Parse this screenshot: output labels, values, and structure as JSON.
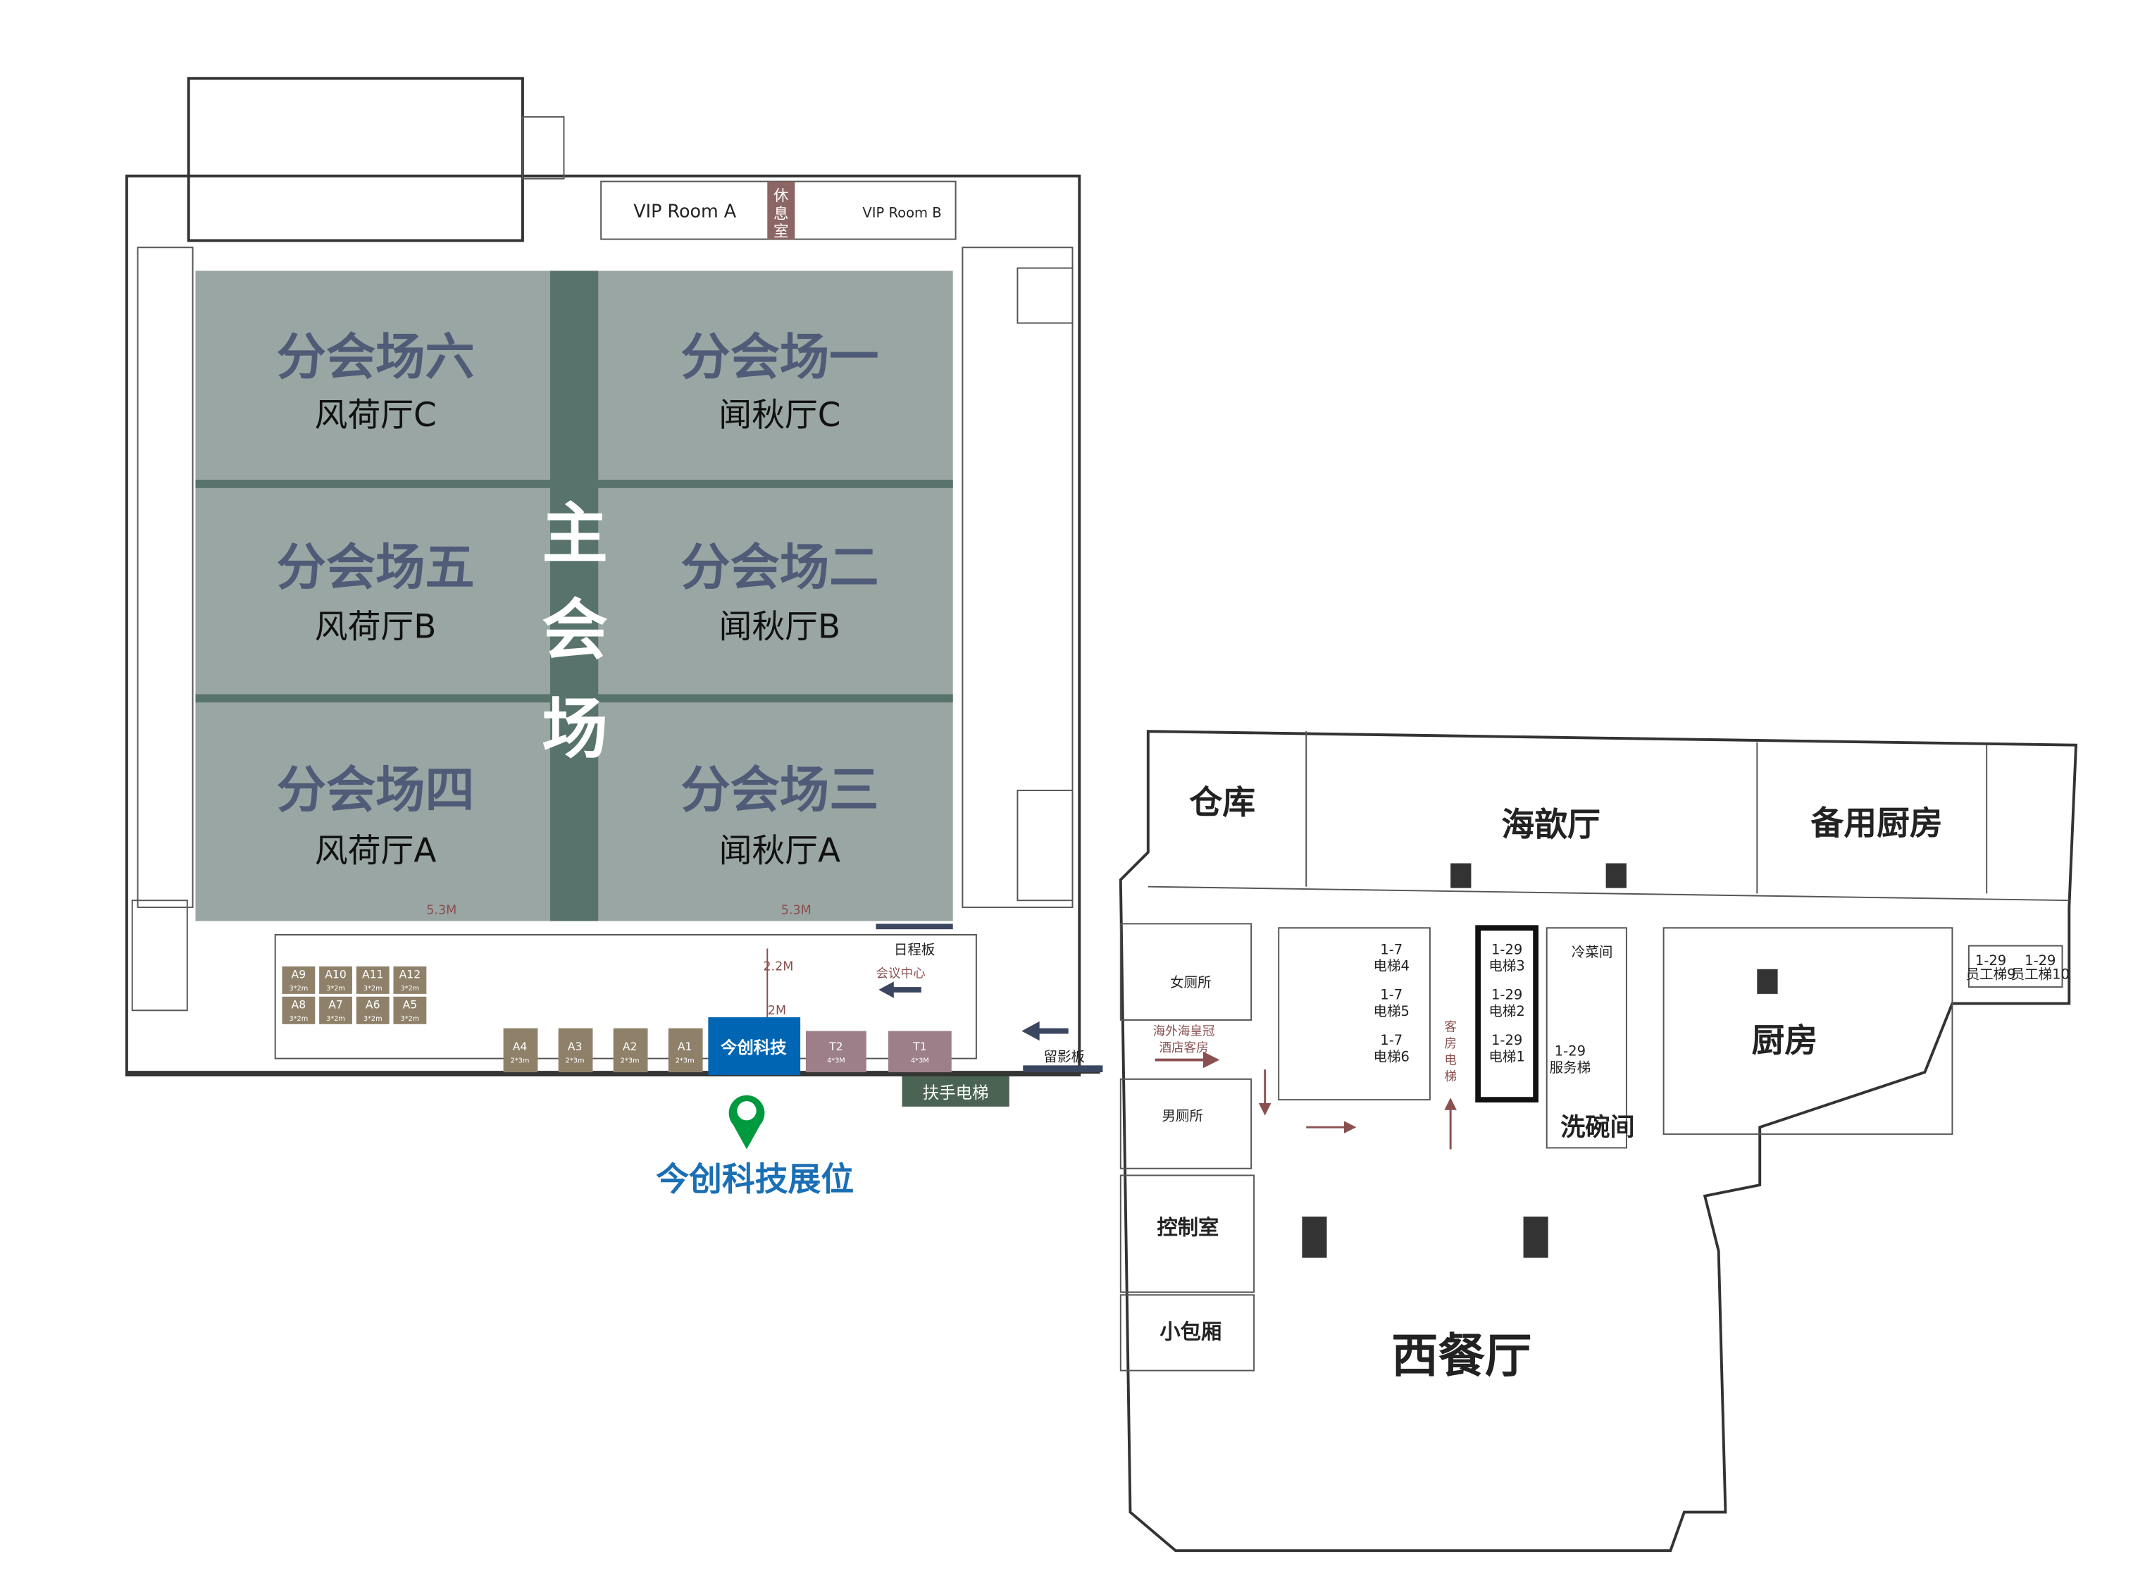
{
  "halls": [
    {
      "name": "分会场六",
      "sub": "风荷厅C"
    },
    {
      "name": "分会场一",
      "sub": "闻秋厅C"
    },
    {
      "name": "分会场五",
      "sub": "风荷厅B"
    },
    {
      "name": "分会场二",
      "sub": "闻秋厅B"
    },
    {
      "name": "分会场四",
      "sub": "风荷厅A"
    },
    {
      "name": "分会场三",
      "sub": "闻秋厅A"
    }
  ],
  "main_hall": [
    "主",
    "会",
    "场"
  ],
  "vip": {
    "room_a": "VIP Room A",
    "room_b": "VIP Room B",
    "lounge": [
      "休",
      "息",
      "室"
    ]
  },
  "dimensions": {
    "gap_left": "5.3M",
    "gap_right": "5.3M",
    "d1": "2.2M",
    "d2": "2M"
  },
  "booths_small": [
    {
      "id": "A9",
      "size": "3*2m"
    },
    {
      "id": "A10",
      "size": "3*2m"
    },
    {
      "id": "A11",
      "size": "3*2m"
    },
    {
      "id": "A12",
      "size": "3*2m"
    },
    {
      "id": "A8",
      "size": "3*2m"
    },
    {
      "id": "A7",
      "size": "3*2m"
    },
    {
      "id": "A6",
      "size": "3*2m"
    },
    {
      "id": "A5",
      "size": "3*2m"
    }
  ],
  "booths_row": [
    {
      "id": "A4",
      "size": "2*3m"
    },
    {
      "id": "A3",
      "size": "2*3m"
    },
    {
      "id": "A2",
      "size": "2*3m"
    },
    {
      "id": "A1",
      "size": "2*3m"
    }
  ],
  "highlight_booth": {
    "label": "今创科技",
    "color": "#0066b3"
  },
  "booths_t": [
    {
      "id": "T2",
      "size": "4*3M"
    },
    {
      "id": "T1",
      "size": "4*3M"
    }
  ],
  "signs": {
    "schedule_board": "日程板",
    "conference_center": "会议中心",
    "photo_board": "留影板",
    "escalator": "扶手电梯"
  },
  "marker": {
    "label": "今创科技展位",
    "icon": "map-pin-icon",
    "pin_color": "#009a3e",
    "label_color": "#1a6fb5"
  },
  "right_wing": {
    "warehouse": "仓库",
    "banquet": "海歆厅",
    "backup_kitchen": "备用厨房",
    "women_restroom": "女厕所",
    "men_restroom": "男厕所",
    "hotel_rooms": [
      "海外海皇冠",
      "酒店客房"
    ],
    "guest_elevator": [
      "客",
      "房",
      "电",
      "梯"
    ],
    "elevators_a": [
      {
        "n": "1-7",
        "name": "电梯4"
      },
      {
        "n": "1-7",
        "name": "电梯5"
      },
      {
        "n": "1-7",
        "name": "电梯6"
      }
    ],
    "elevators_b": [
      {
        "n": "1-29",
        "name": "电梯3"
      },
      {
        "n": "1-29",
        "name": "电梯2"
      },
      {
        "n": "1-29",
        "name": "电梯1"
      }
    ],
    "service_elevator": {
      "n": "1-29",
      "name": "服务梯"
    },
    "cold_dish": "冷菜间",
    "kitchen": "厨房",
    "dishwashing": "洗碗间",
    "staff_elevators": [
      {
        "n": "1-29",
        "name": "员工梯9"
      },
      {
        "n": "1-29",
        "name": "员工梯10"
      }
    ],
    "control_room": "控制室",
    "private_room": "小包厢",
    "western_restaurant": "西餐厅"
  }
}
